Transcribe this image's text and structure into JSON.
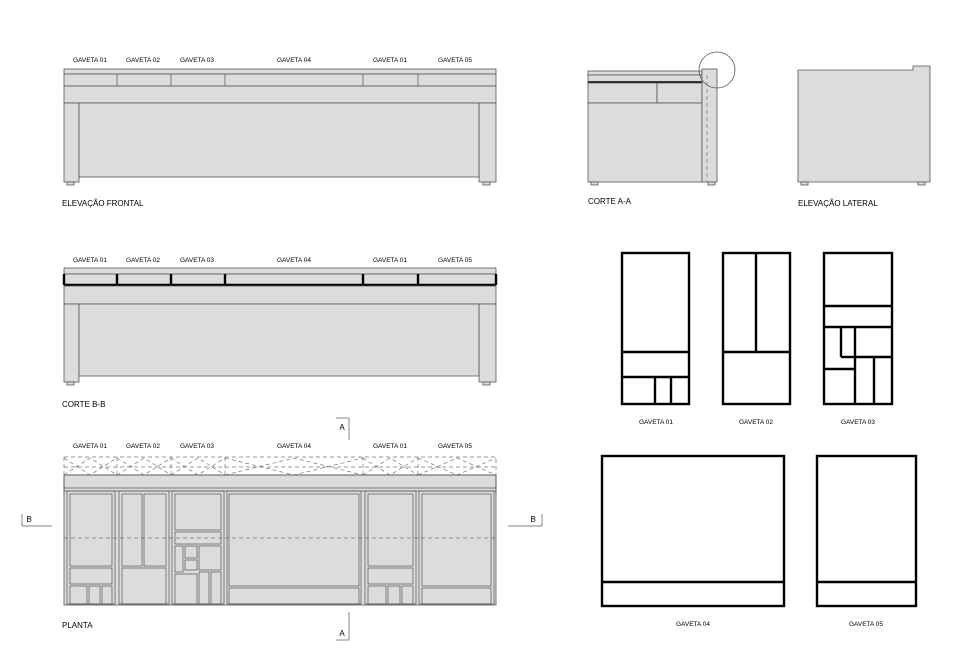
{
  "views": {
    "elevacao_frontal": "ELEVAÇÃO FRONTAL",
    "corte_bb": "CORTE B-B",
    "planta": "PLANTA",
    "corte_aa": "CORTE A-A",
    "elevacao_lateral": "ELEVAÇÃO LATERAL"
  },
  "drawer_labels": [
    "GAVETA 01",
    "GAVETA 02",
    "GAVETA 03",
    "GAVETA 04",
    "GAVETA 01",
    "GAVETA 05"
  ],
  "details": {
    "g01": "GAVETA 01",
    "g02": "GAVETA 02",
    "g03": "GAVETA 03",
    "g04": "GAVETA 04",
    "g05": "GAVETA 05"
  },
  "section_marks": {
    "a": "A",
    "b": "B"
  }
}
